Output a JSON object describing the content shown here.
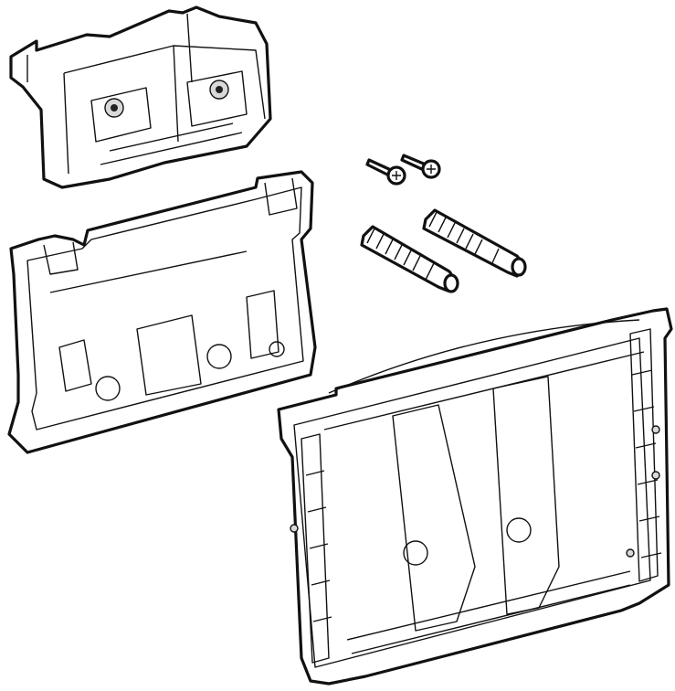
{
  "diagram": {
    "type": "exploded-parts-line-drawing",
    "parts": [
      {
        "icon": "mounting-bracket"
      },
      {
        "icon": "cover-plate"
      },
      {
        "icon": "screw"
      },
      {
        "icon": "screw"
      },
      {
        "icon": "threaded-rod"
      },
      {
        "icon": "threaded-rod"
      },
      {
        "icon": "mounting-frame"
      }
    ],
    "colors": {
      "line": "#111111",
      "fill": "#ffffff",
      "shade": "#d9d9d9"
    }
  }
}
